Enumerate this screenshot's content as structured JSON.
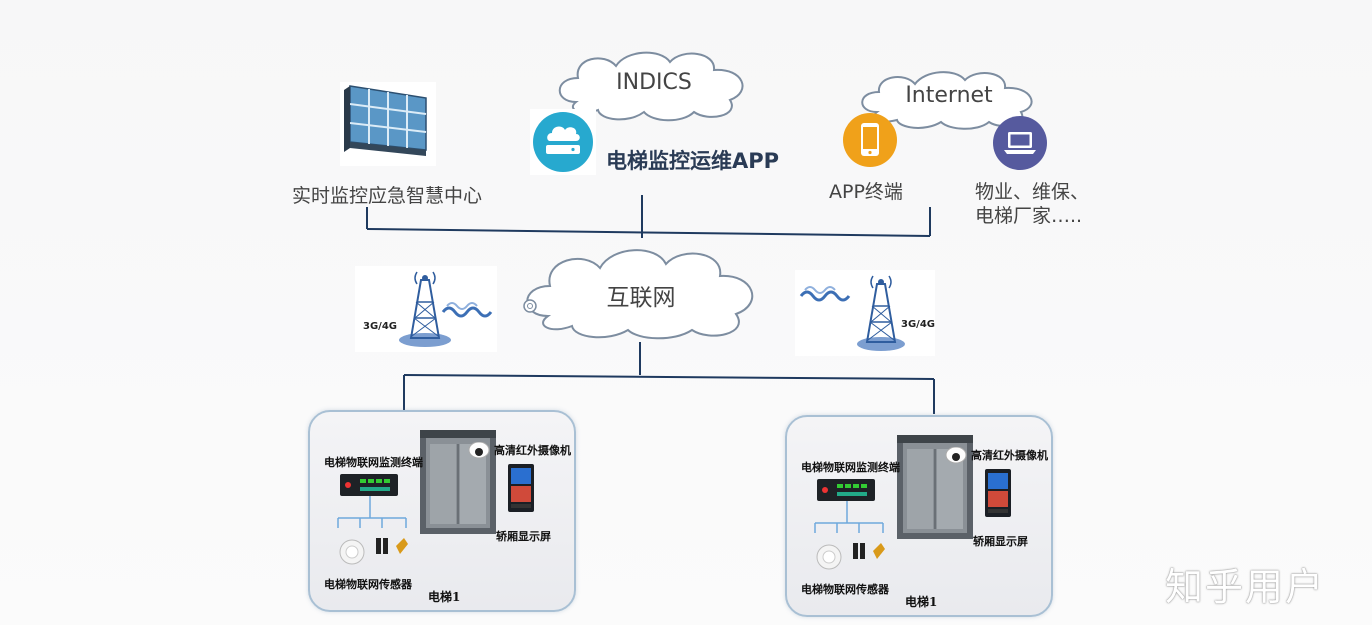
{
  "clouds": {
    "indics": "INDICS",
    "internet": "Internet",
    "network": "互联网"
  },
  "nodes": {
    "control_center": "实时监控应急智慧中心",
    "app_title": "电梯监控运维APP",
    "app_terminal": "APP终端",
    "stakeholders_line1": "物业、维保、",
    "stakeholders_line2": "电梯厂家…..",
    "tower_left_label": "3G/4G",
    "tower_right_label": "3G/4G"
  },
  "elevators": [
    {
      "terminal": "电梯物联网监测终端",
      "camera": "高清红外摄像机",
      "display": "轿厢显示屏",
      "sensors": "电梯物联网传感器",
      "name": "电梯1"
    },
    {
      "terminal": "电梯物联网监测终端",
      "camera": "高清红外摄像机",
      "display": "轿厢显示屏",
      "sensors": "电梯物联网传感器",
      "name": "电梯1"
    }
  ],
  "watermark": "知乎用户",
  "colors": {
    "line": "#1f3a5f",
    "cloud_stroke": "#7d8da0",
    "app_icon": "#27a9cf",
    "phone_icon": "#f0a11a",
    "laptop_icon": "#565a9e",
    "panel_border": "#a9c0d4"
  }
}
